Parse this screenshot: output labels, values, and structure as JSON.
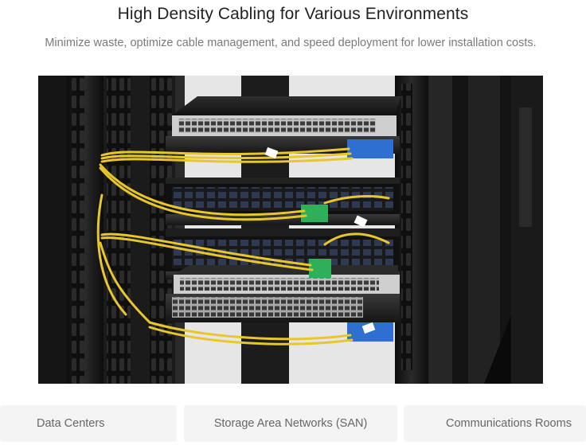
{
  "header": {
    "title": "High Density Cabling for Various Environments",
    "subtitle": "Minimize waste, optimize cable management, and speed deployment for lower installation costs."
  },
  "hero": {
    "description": "",
    "colors": {
      "rack": "#1e1e1e",
      "rack_dark": "#101010",
      "cable": "#e8c62e",
      "connector_blue": "#2f6fd1",
      "connector_green": "#2faf5a"
    }
  },
  "tabs": [
    {
      "label": "Data Centers"
    },
    {
      "label": "Storage Area Networks (SAN)"
    },
    {
      "label": "Communications Rooms"
    }
  ]
}
